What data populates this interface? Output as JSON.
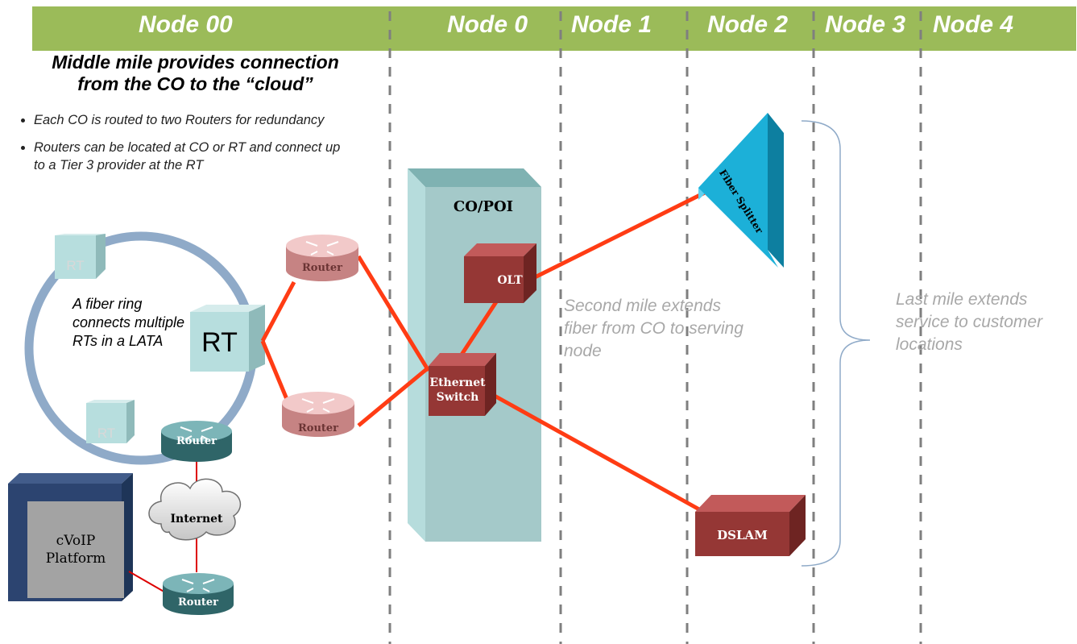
{
  "header": {
    "node_labels": [
      "Node 00",
      "Node 0",
      "Node 1",
      "Node 2",
      "Node 3",
      "Node 4"
    ],
    "colors": {
      "band": "#9bbb59"
    }
  },
  "middle_mile": {
    "title_line1": "Middle mile provides connection",
    "title_line2": "from the CO to the “cloud”",
    "bullets": [
      "Each CO is routed to two Routers for redundancy",
      "Routers can be located at CO or RT and connect up to a Tier 3 provider at the RT"
    ]
  },
  "ring": {
    "note": "A fiber ring connects multiple RTs in a LATA",
    "main_rt": "RT",
    "small_rt": "RT"
  },
  "devices": {
    "router_label": "Router",
    "internet_label": "Internet",
    "cvoip_label": "cVoIP Platform",
    "co_poi_label": "CO/POI",
    "olt_label": "OLT",
    "switch_label": "Ethernet Switch",
    "dslam_label": "DSLAM",
    "splitter_label": "Fiber Splitter"
  },
  "notes": {
    "second_mile": "Second mile extends fiber from CO to serving node",
    "last_mile": "Last mile extends service to customer locations"
  },
  "colors": {
    "link_orange": "#ff3c14",
    "link_red": "#dd0000",
    "device_red": "#953735",
    "router_pink": "#e6a0a0",
    "router_teal": "#3d7d80",
    "co_box": "#a4c9c9",
    "rt_box": "#b7dede",
    "ring": "#8faac8",
    "splitter": "#1cb0d8"
  }
}
